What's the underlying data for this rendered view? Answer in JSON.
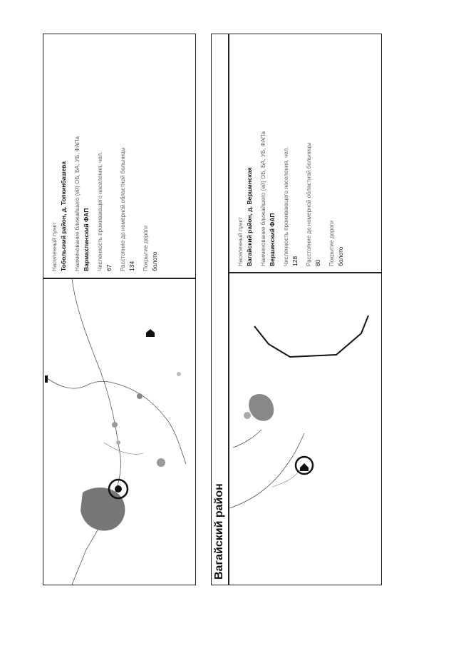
{
  "cards": [
    {
      "settlement_label": "Населенный пункт",
      "settlement_value": "Тобольский район, д. Топкинбашева",
      "facility_label": "Наименование ближайшего (ей) ОБ, БА, УБ, ФАПа",
      "facility_value": "Вармахлинский ФАП",
      "population_label": "Численность проживающего населения, чел.",
      "population_value": "67",
      "distance_label": "Расстояние до номерной областной больницы",
      "distance_value": "134",
      "road_label": "Покрытие дороги",
      "road_value": "болото"
    },
    {
      "region_title": "Вагайский район",
      "settlement_label": "Населенный пункт",
      "settlement_value": "Вагайский район, д. Вершинская",
      "facility_label": "Наименование ближайшего (ей) ОБ, БА, УБ, ФАПа",
      "facility_value": "Вершинский ФАП",
      "population_label": "Численность проживающего населения, чел.",
      "population_value": "128",
      "distance_label": "Расстояние до номерной областной больницы",
      "distance_value": "80",
      "road_label": "Покрытие дороги",
      "road_value": "болото"
    }
  ],
  "colors": {
    "ink": "#111111",
    "label": "#666666",
    "map_fill": "#777777"
  }
}
